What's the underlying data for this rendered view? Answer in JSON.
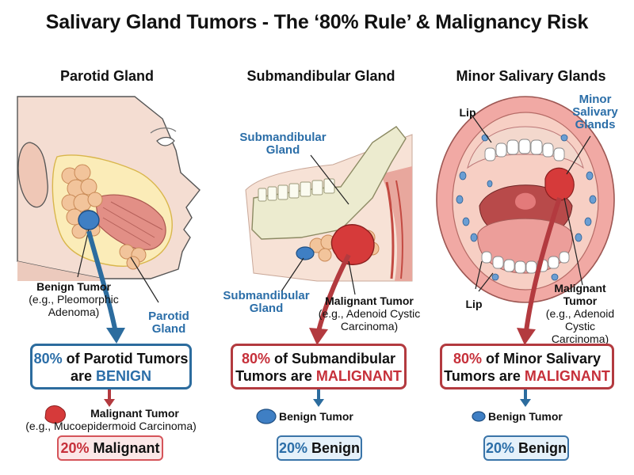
{
  "title": "Salivary Gland Tumors - The ‘80% Rule’ & Malignancy Risk",
  "colors": {
    "blue": "#2c6c9e",
    "red": "#b33a3f",
    "gland": "#f2c49b",
    "muscle": "#e28f86",
    "skin": "#f4ddd2",
    "bone": "#ecebcf"
  },
  "parotid": {
    "heading": "Parotid Gland",
    "benign_label": "Benign Tumor",
    "benign_example": "(e.g., Pleomorphic",
    "benign_example2": "Adenoma)",
    "gland_label1": "Parotid",
    "gland_label2": "Gland",
    "box_pct": "80%",
    "box_text1": " of Parotid Tumors",
    "box_text2a": "are ",
    "box_text2b": "BENIGN",
    "malignant_label": "Malignant Tumor",
    "malignant_example": "(e.g., Mucoepidermoid Carcinoma)",
    "small_box_pct": "20%",
    "small_box_text": " Malignant"
  },
  "submandibular": {
    "heading": "Submandibular Gland",
    "gland_label_top1": "Submandibular",
    "gland_label_top2": "Gland",
    "gland_label_bottom1": "Submandibular",
    "gland_label_bottom2": "Gland",
    "malignant_label": "Malignant Tumor",
    "malignant_example1": "(e.g., Adenoid Cystic",
    "malignant_example2": "Carcinoma)",
    "box_pct": "80%",
    "box_text1": " of Submandibular",
    "box_text2a": "Tumors are ",
    "box_text2b": "MALIGNANT",
    "benign_label": "Benign Tumor",
    "small_box_pct": "20%",
    "small_box_text": " Benign"
  },
  "minor": {
    "heading": "Minor Salivary Glands",
    "lip_top": "Lip",
    "lip_bottom": "Lip",
    "glands_label1": "Minor",
    "glands_label2": "Salivary",
    "glands_label3": "Glands",
    "malignant_label1": "Malignant",
    "malignant_label2": "Tumor",
    "malignant_example1": "(e.g., Adenoid Cystic",
    "malignant_example2": "Carcinoma)",
    "box_pct": "80%",
    "box_text1": " of Minor Salivary",
    "box_text2a": "Tumors are ",
    "box_text2b": "MALIGNANT",
    "benign_label": "Benign Tumor",
    "small_box_pct": "20%",
    "small_box_text": " Benign"
  }
}
